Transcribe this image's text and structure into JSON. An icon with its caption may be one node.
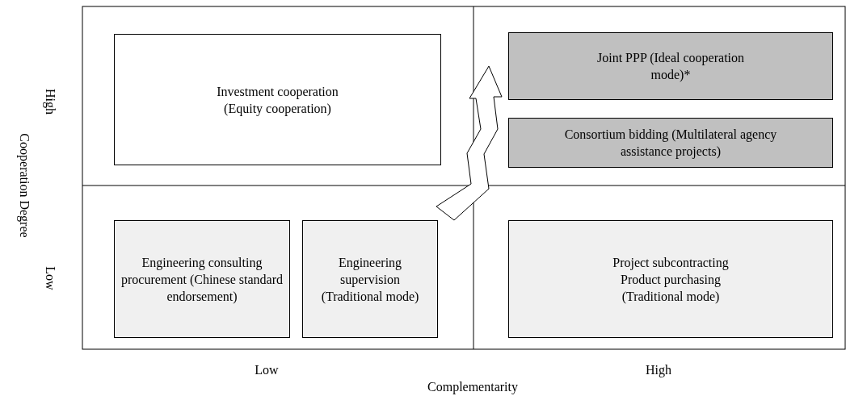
{
  "diagram": {
    "nodes": [
      {
        "text": [
          "Investment cooperation (Equity cooperation)"
        ]
      },
      {
        "text": [
          "Joint PPP (Ideal cooperation mode)*"
        ]
      },
      {
        "text": [
          "Consortium bidding (Multilateral agency assistance projects)"
        ]
      },
      {
        "text": [
          "Engineering consulting procurement (Chinese standard endorsement)"
        ]
      },
      {
        "text": [
          "Engineering supervision (Traditional mode)"
        ]
      },
      {
        "text": [
          "Project subcontracting Product purchasing (Traditional mode)"
        ]
      }
    ],
    "edges": [
      {
        "from": null,
        "to": 1,
        "arrow": "to"
      }
    ],
    "labels": [
      "High",
      "Cooperation Degree",
      "Low",
      "Low",
      "High",
      "Complementarity"
    ]
  }
}
